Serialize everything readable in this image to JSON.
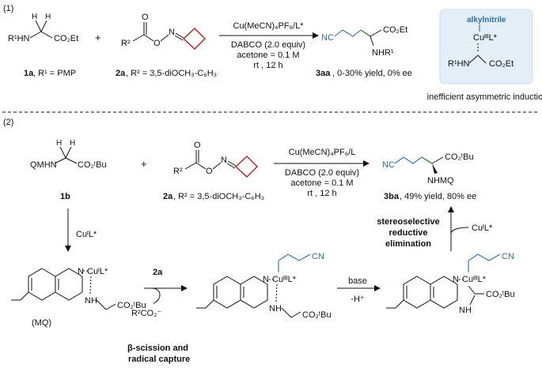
{
  "part1": {
    "label": "(1)",
    "cmpd1": {
      "name": "1a",
      "desc": ", R¹ = PMP",
      "nh": "R¹HN",
      "h": "H",
      "ester": "CO₂Et"
    },
    "plus": "+",
    "cmpd2": {
      "name": "2a",
      "desc": ", R² = 3,5-diOCH₃-C₆H₃",
      "r2": "R²",
      "o1": "O",
      "o2": "O",
      "n": "N"
    },
    "conditions": {
      "catalyst": "Cu(MeCN)₄PF₆/L*",
      "base": "DABCO (2.0 equiv)",
      "solvent": "acetone = 0.1 M",
      "temp": "rt , 12 h"
    },
    "product": {
      "nc": "NC",
      "ester": "CO₂Et",
      "nh": "NHR¹",
      "name": "3aa",
      "result": ", 0-30% yield, 0% ee"
    },
    "box": {
      "title": "alkylnitrile",
      "cu": "CuᴵᴵᴵL*",
      "nh": "R¹HN",
      "ester": "CO₂Et",
      "caption": "inefficient asymmetric induction"
    }
  },
  "part2": {
    "label": "(2)",
    "cmpd1": {
      "name": "1b",
      "nh": "QMHN",
      "h": "H",
      "ester": "CO₂ᵗBu"
    },
    "plus": "+",
    "cmpd2": {
      "name": "2a",
      "desc": ", R² = 3,5-diOCH₃-C₆H₃",
      "r2": "R²",
      "o1": "O",
      "o2": "O",
      "n": "N"
    },
    "conditions": {
      "catalyst": "Cu(MeCN)₄PF₆/L",
      "base": "DABCO (2.0 equiv)",
      "solvent": "acetone = 0.1 M",
      "temp": "rt , 12 h"
    },
    "product": {
      "nc": "NC",
      "ester": "CO₂ᵗBu",
      "nh": "NHMQ",
      "name": "3ba",
      "result": ", 49% yield, 80% ee"
    },
    "step_down": "CuᴵL*",
    "int1": {
      "n": "N",
      "cu": "CuᴵL*",
      "nh": "NH",
      "ester": "CO₂ᵗBu",
      "label": "(MQ)"
    },
    "step_2a": {
      "reagent": "2a",
      "byproduct": "R²CO₂⁻",
      "note1": "β-scission and",
      "note2": "radical capture"
    },
    "int2": {
      "n": "N",
      "cu": "CuᴵᴵᴵL*",
      "nh": "NH",
      "ester": "CO₂ᵗBu",
      "cn": "CN"
    },
    "step_base": {
      "top": "base",
      "bottom": "-H⁺"
    },
    "int3": {
      "n": "N",
      "cu": "CuᴵᴵᴵL*",
      "nh": "NH",
      "ester": "CO₂ᵗBu",
      "cn": "CN"
    },
    "step_up": {
      "line1": "stereoselective",
      "line2": "reductive",
      "line3": "elimination",
      "release": "CuᴵL*"
    }
  }
}
